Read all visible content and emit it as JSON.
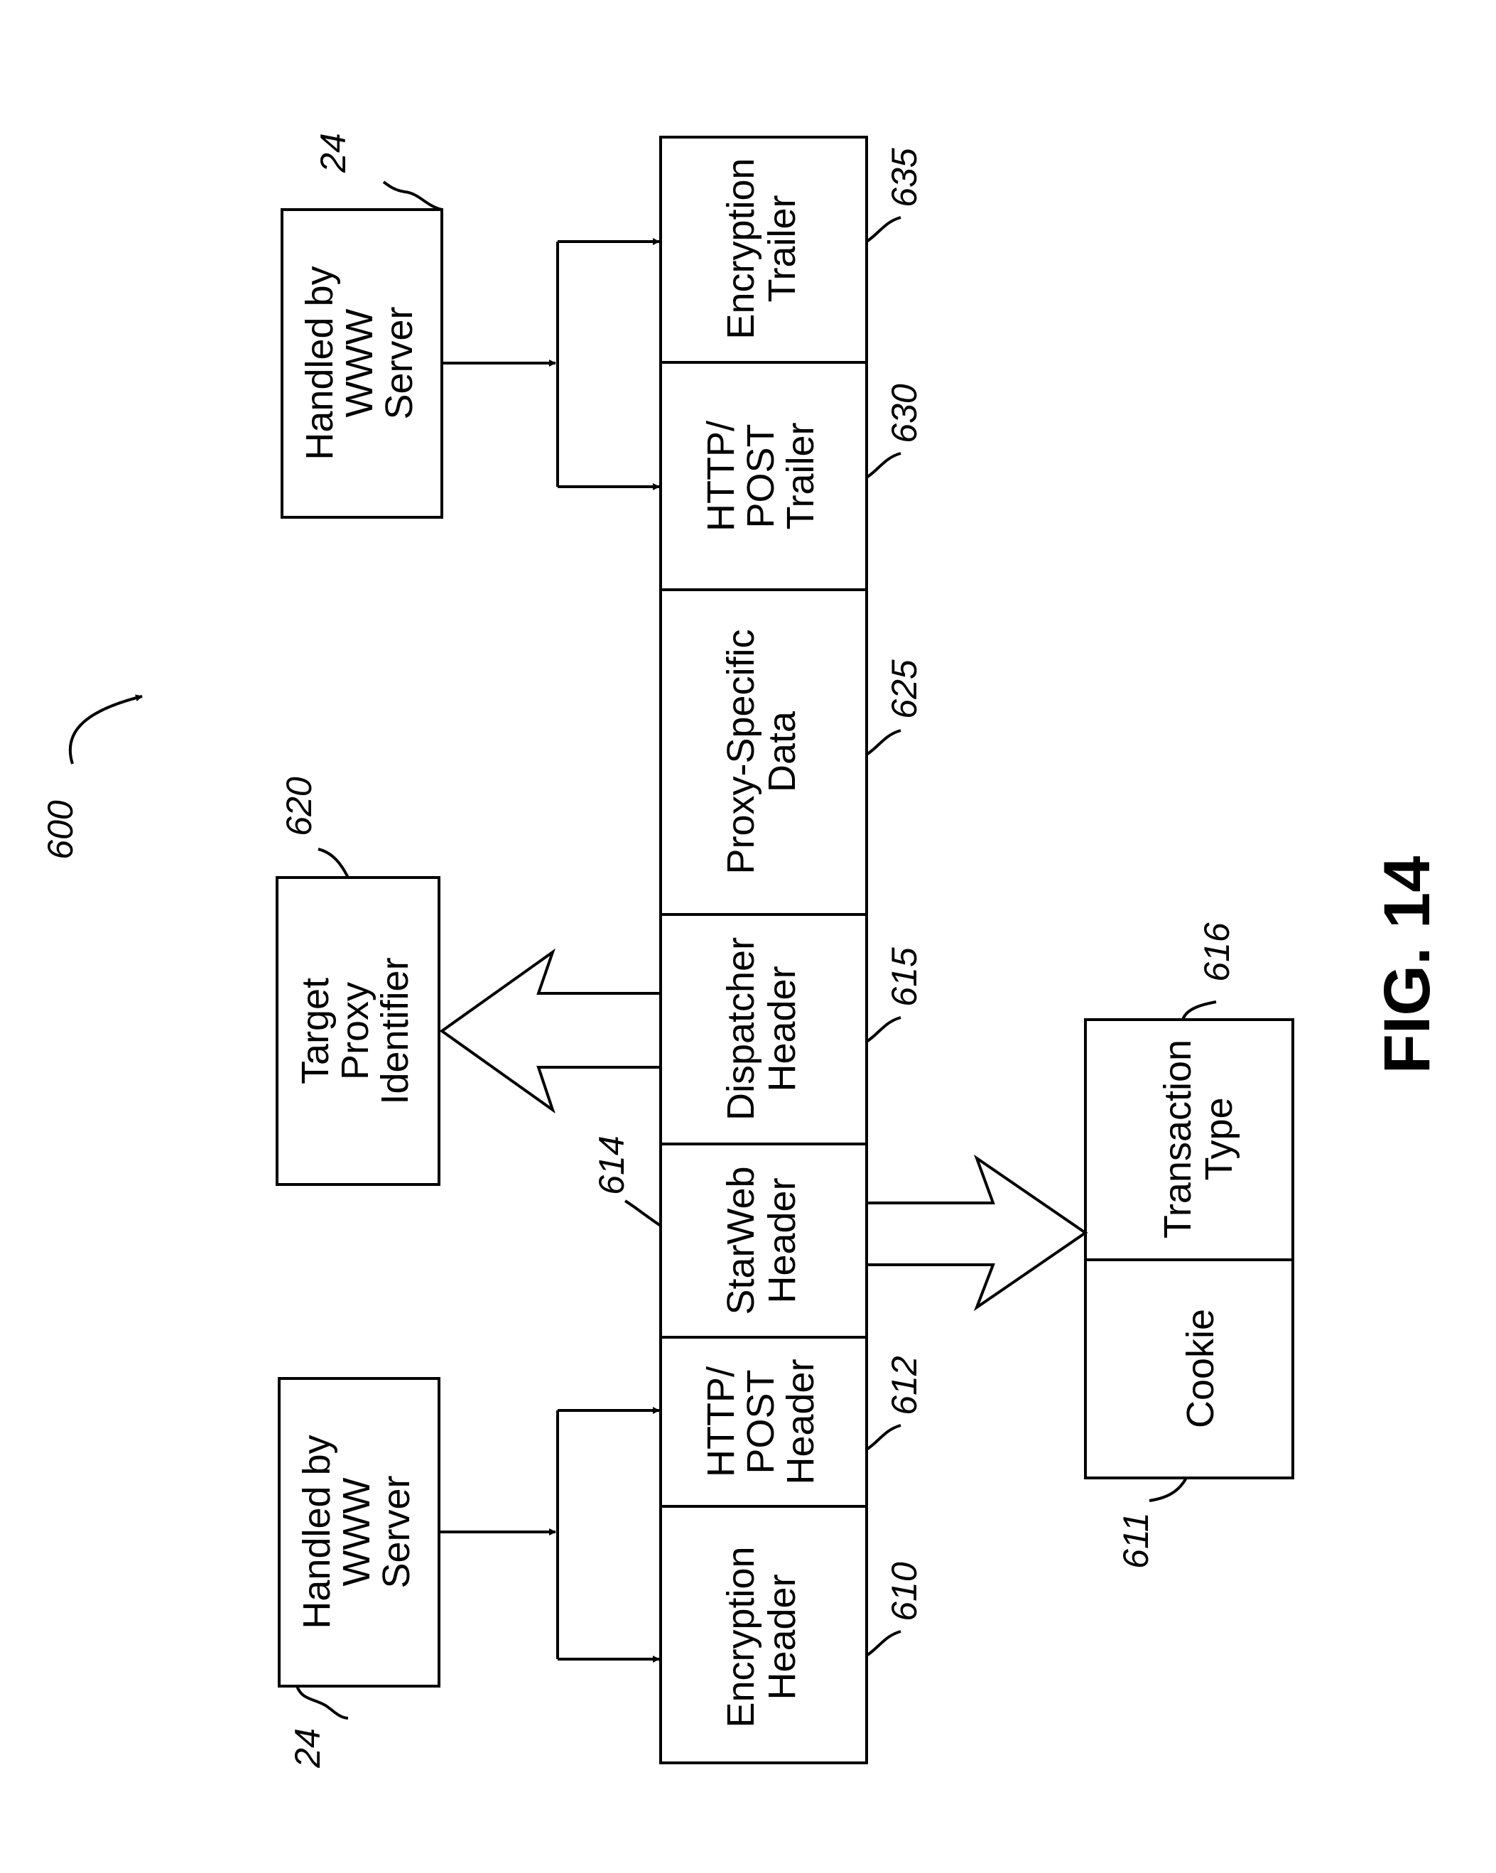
{
  "figure": {
    "number_label": "FIG. 14",
    "ref": "600"
  },
  "segments": [
    {
      "id": "encryption-header",
      "lines": [
        "Encryption",
        "Header"
      ],
      "ref": "610"
    },
    {
      "id": "http-post-header",
      "lines": [
        "HTTP/",
        "POST",
        "Header"
      ],
      "ref": "612"
    },
    {
      "id": "starweb-header",
      "lines": [
        "StarWeb",
        "Header"
      ],
      "ref": "614"
    },
    {
      "id": "dispatcher-header",
      "lines": [
        "Dispatcher",
        "Header"
      ],
      "ref": "615"
    },
    {
      "id": "proxy-specific-data",
      "lines": [
        "Proxy-Specific",
        "Data"
      ],
      "ref": "625"
    },
    {
      "id": "http-post-trailer",
      "lines": [
        "HTTP/",
        "POST",
        "Trailer"
      ],
      "ref": "630"
    },
    {
      "id": "encryption-trailer",
      "lines": [
        "Encryption",
        "Trailer"
      ],
      "ref": "635"
    }
  ],
  "handled_left": {
    "lines": [
      "Handled by",
      "WWW",
      "Server"
    ],
    "ref": "24"
  },
  "handled_right": {
    "lines": [
      "Handled by",
      "WWW",
      "Server"
    ],
    "ref": "24"
  },
  "target_proxy": {
    "lines": [
      "Target",
      "Proxy",
      "Identifier"
    ],
    "ref": "620"
  },
  "cookie": {
    "lines": [
      "Cookie"
    ],
    "ref": "611"
  },
  "transaction_type": {
    "lines": [
      "Transaction",
      "Type"
    ],
    "ref": "616"
  }
}
